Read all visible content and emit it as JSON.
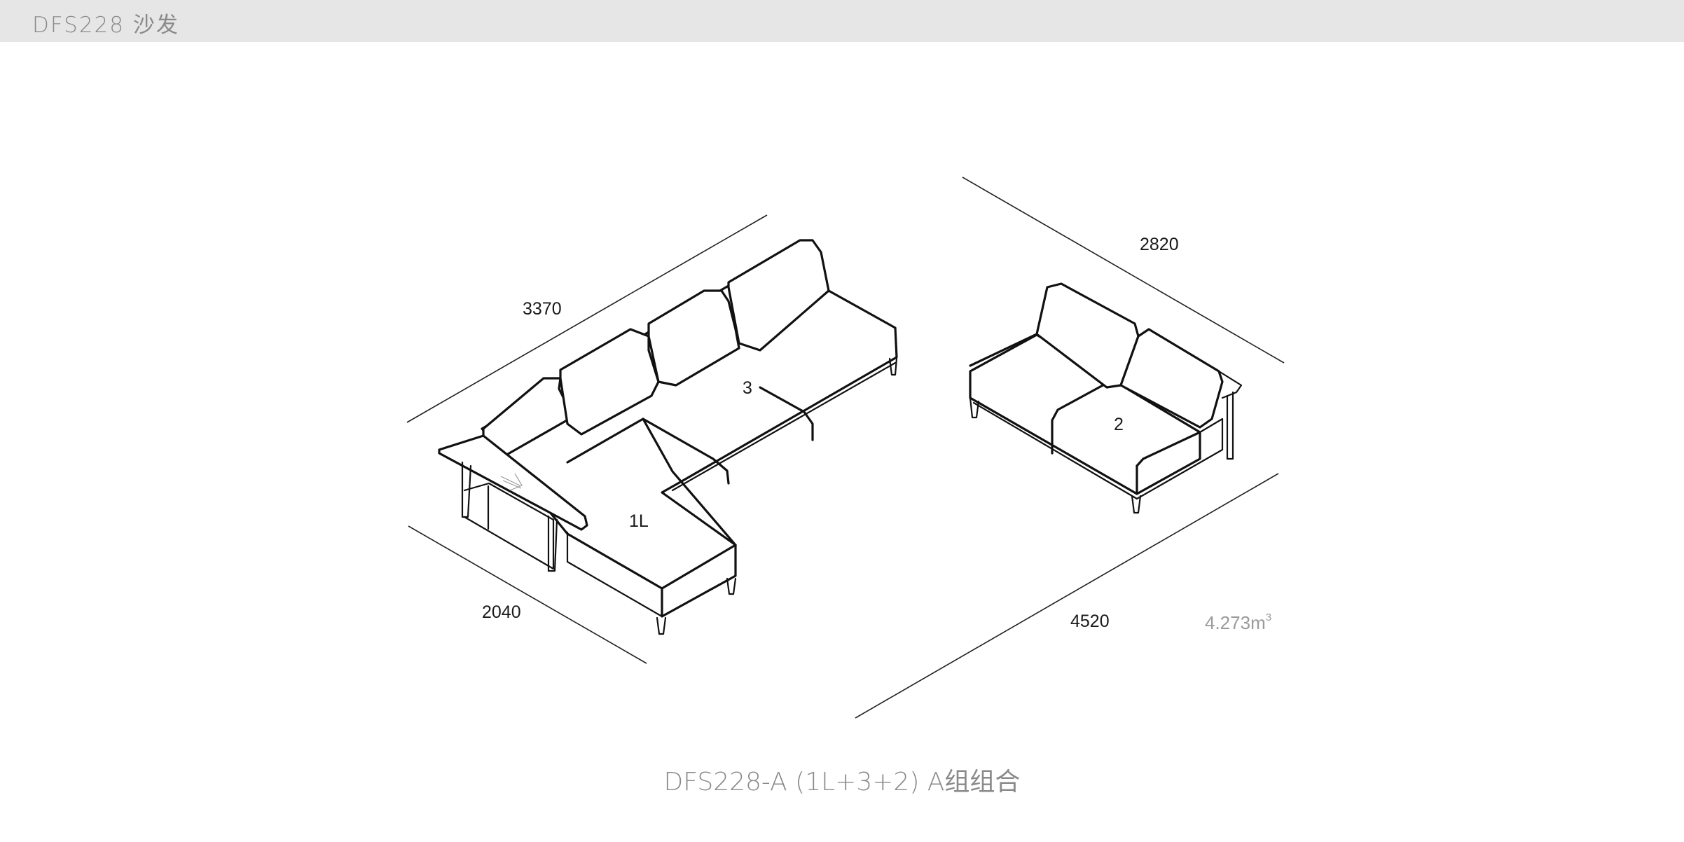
{
  "header": {
    "title": "DFS228 沙发"
  },
  "drawing": {
    "dimensions": {
      "back_length_3370": "3370",
      "depth_2040": "2040",
      "loveseat_length_2820": "2820",
      "overall_length_4520": "4520"
    },
    "modules": {
      "chaise": "1L",
      "three_seat": "3",
      "two_seat": "2"
    },
    "volume": {
      "value": "4.273m",
      "unit_sup": "3"
    }
  },
  "caption": {
    "text": "DFS228-A (1L+3+2)  A组组合"
  },
  "colors": {
    "header_bg": "#e6e6e6",
    "header_text": "#8a8a8a",
    "line": "#111111",
    "caption_text": "#8a8a8a",
    "volume_text": "#9a9a9a"
  }
}
